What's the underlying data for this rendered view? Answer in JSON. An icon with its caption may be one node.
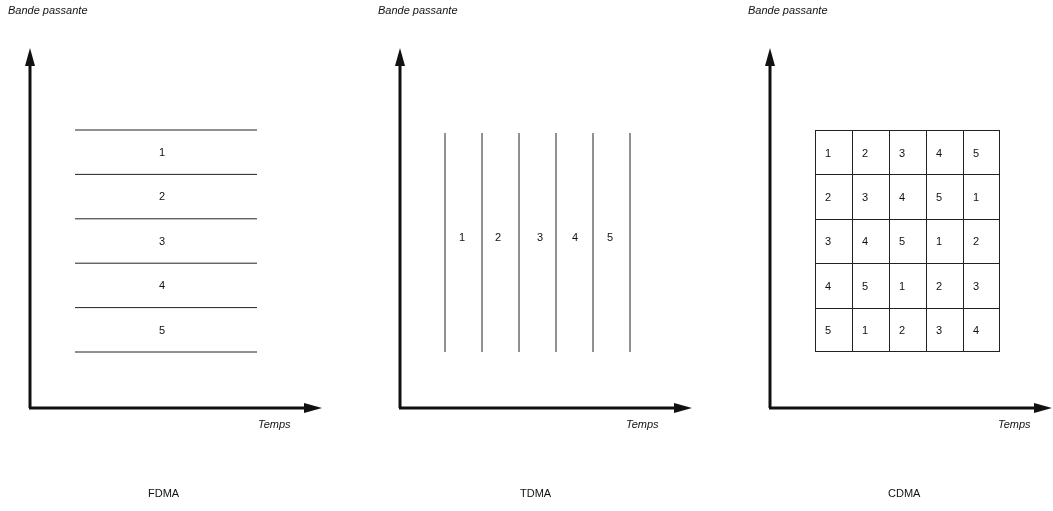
{
  "diagram": {
    "labels": [
      "Bande passante",
      "Bande passante",
      "Bande passante",
      "1",
      "2",
      "3",
      "4",
      "5",
      "1",
      "2",
      "3",
      "4",
      "5",
      "1",
      "2",
      "3",
      "4",
      "5",
      "2",
      "3",
      "4",
      "5",
      "1",
      "3",
      "4",
      "5",
      "1",
      "2",
      "4",
      "5",
      "1",
      "2",
      "3",
      "5",
      "1",
      "2",
      "3",
      "4",
      "Temps",
      "Temps",
      "Temps",
      "FDMA",
      "TDMA",
      "CDMA"
    ]
  }
}
